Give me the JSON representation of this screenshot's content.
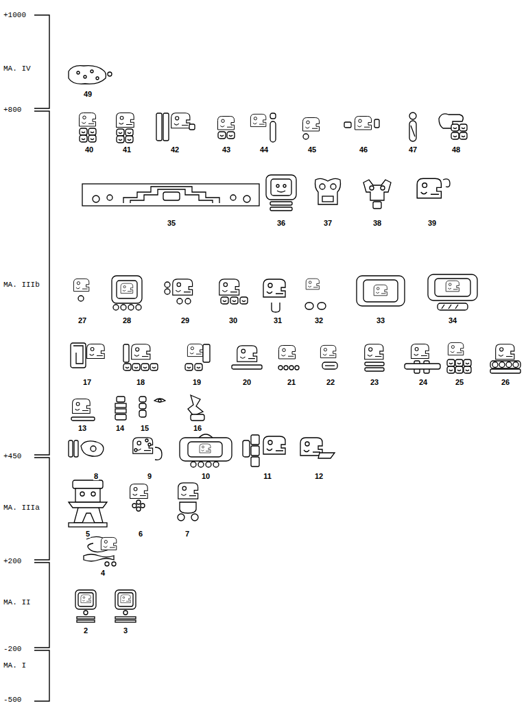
{
  "diagram": {
    "labels": [
      "+1000",
      "MA. IV",
      "49",
      "+800",
      "40",
      "41",
      "42",
      "43",
      "44",
      "45",
      "46",
      "47",
      "48",
      "35",
      "36",
      "37",
      "38",
      "39",
      "MA. IIIb",
      "27",
      "28",
      "29",
      "30",
      "31",
      "32",
      "33",
      "34",
      "17",
      "18",
      "19",
      "20",
      "21",
      "22",
      "23",
      "24",
      "25",
      "26",
      "13",
      "14",
      "15",
      "16",
      "+450",
      "8",
      "9",
      "10",
      "11",
      "12",
      "5",
      "6",
      "7",
      "MA. IIIa",
      "+200",
      "4",
      "MA. II",
      "2",
      "3",
      "-200",
      "MA. I",
      "-500"
    ]
  }
}
